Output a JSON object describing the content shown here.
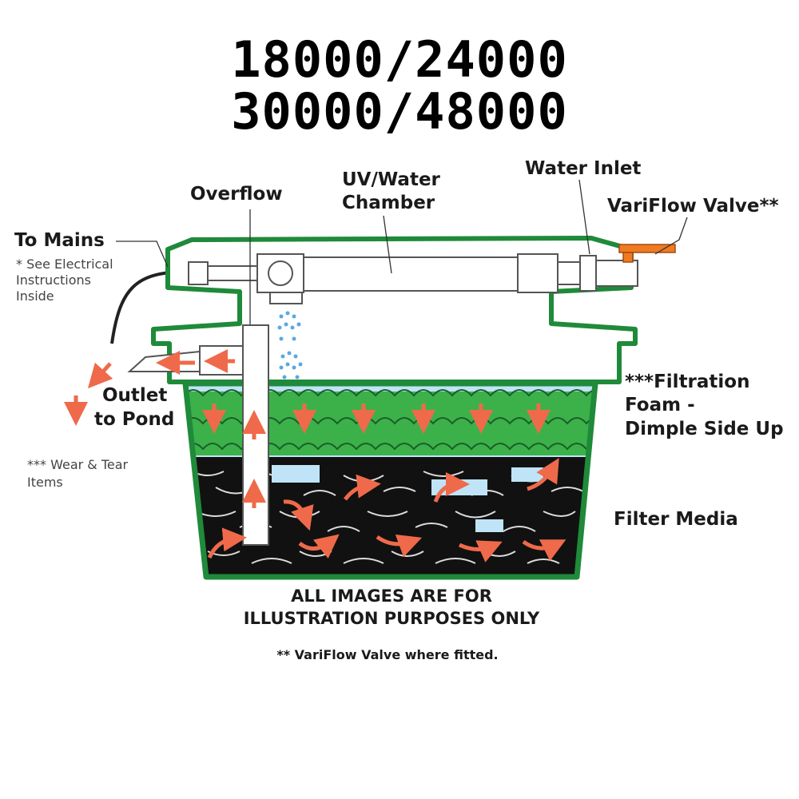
{
  "title_line1": "18000/24000",
  "title_line2": "30000/48000",
  "labels": {
    "overflow": "Overflow",
    "uv_chamber": [
      "UV/Water",
      "Chamber"
    ],
    "water_inlet": "Water Inlet",
    "variflow_valve": "VariFlow Valve**",
    "to_mains": "To Mains",
    "electrical_note": [
      "* See Electrical",
      "Instructions",
      "Inside"
    ],
    "outlet": [
      "Outlet",
      "to Pond"
    ],
    "wear_tear": [
      "*** Wear & Tear",
      "Items"
    ],
    "filtration_foam": [
      "***Filtration",
      "Foam -",
      "Dimple Side Up"
    ],
    "filter_media": "Filter Media"
  },
  "notice": [
    "ALL IMAGES ARE FOR",
    "ILLUSTRATION PURPOSES ONLY"
  ],
  "footnote": "** VariFlow Valve where fitted.",
  "colors": {
    "tank_green": "#1f8a3a",
    "foam_green": "#3cb14a",
    "water_blue": "#bfe4f7",
    "media_black": "#111111",
    "flow_arrow": "#ef6a4a",
    "valve_orange": "#f07a22"
  }
}
